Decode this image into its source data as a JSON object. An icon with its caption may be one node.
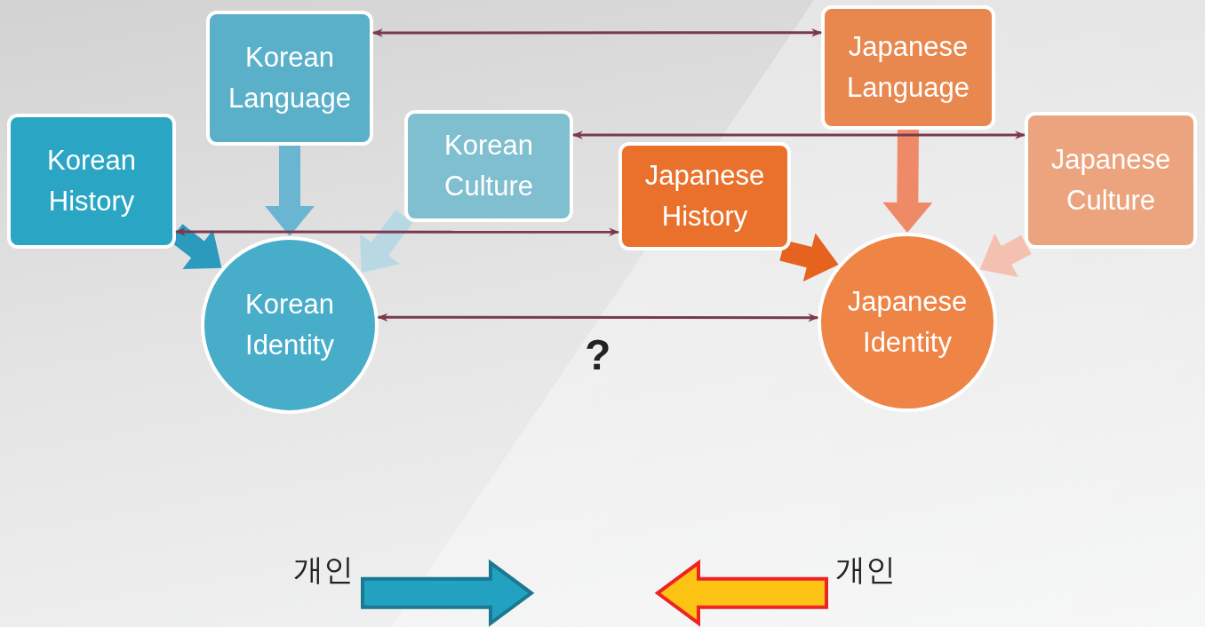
{
  "diagram": {
    "nodes": [
      {
        "text": [
          "Korean Language"
        ]
      },
      {
        "text": [
          "Korean History"
        ]
      },
      {
        "text": [
          "Korean Culture"
        ]
      },
      {
        "text": [
          "Japanese Language"
        ]
      },
      {
        "text": [
          "Japanese History"
        ]
      },
      {
        "text": [
          "Japanese Culture"
        ]
      },
      {
        "text": [
          "Korean Identity"
        ]
      },
      {
        "text": [
          "Japanese Identity"
        ]
      },
      {
        "text": [
          "개인"
        ]
      },
      {
        "text": [
          "개인"
        ]
      }
    ],
    "edges": [
      {
        "from": 0,
        "to": 6,
        "arrow": "to",
        "style": "thick",
        "color": "#6ab6d2"
      },
      {
        "from": 1,
        "to": 6,
        "arrow": "to",
        "style": "thick",
        "color": "#2a9bbd"
      },
      {
        "from": 2,
        "to": 6,
        "arrow": "to",
        "style": "thick",
        "color": "#b8d8e4"
      },
      {
        "from": 3,
        "to": 7,
        "arrow": "to",
        "style": "thick",
        "color": "#ee8a68"
      },
      {
        "from": 4,
        "to": 7,
        "arrow": "to",
        "style": "thick",
        "color": "#e5621f"
      },
      {
        "from": 5,
        "to": 7,
        "arrow": "to",
        "style": "thick",
        "color": "#f4c0b0"
      },
      {
        "from": 0,
        "to": 3,
        "arrow": "both"
      },
      {
        "from": 2,
        "to": 5,
        "arrow": "both"
      },
      {
        "from": 1,
        "to": 4,
        "arrow": "both"
      },
      {
        "from": 6,
        "to": 7,
        "arrow": "both"
      },
      {
        "from": 8,
        "to": null,
        "arrow": "to",
        "style": "thick",
        "color": "#22a2c0"
      },
      {
        "from": 9,
        "to": null,
        "arrow": "to",
        "style": "thick",
        "color": "#fcc214"
      }
    ],
    "labels": [
      "?"
    ]
  }
}
